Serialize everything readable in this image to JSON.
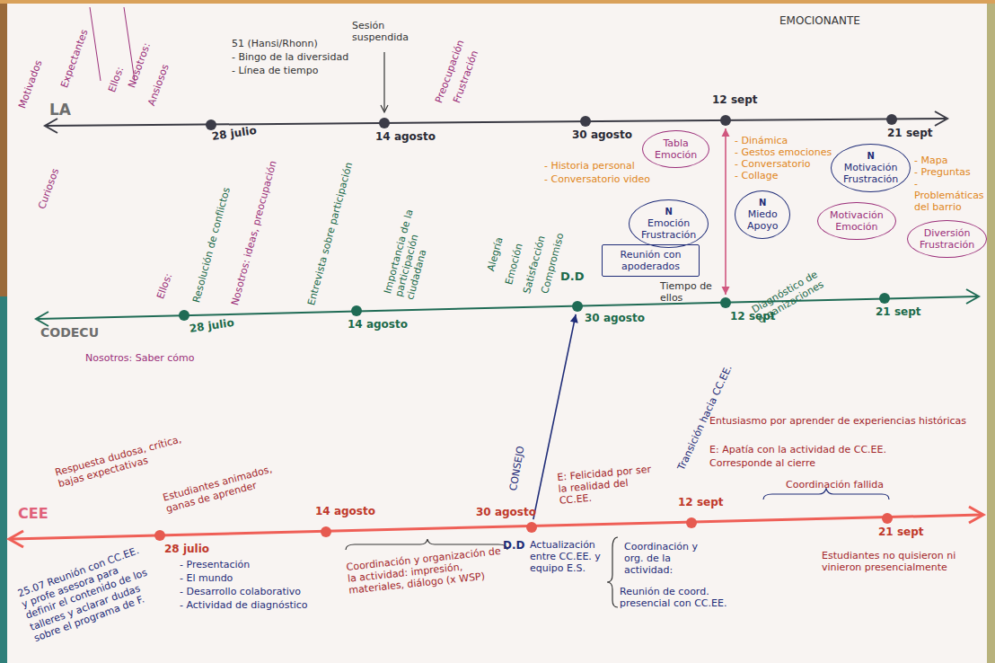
{
  "diagram": {
    "nodes": [
      {
        "text": [
          "28 julio"
        ]
      },
      {
        "text": [
          "14 agosto"
        ]
      },
      {
        "text": [
          "30 agosto"
        ]
      },
      {
        "text": [
          "12 sept"
        ]
      },
      {
        "text": [
          "21 sept"
        ]
      },
      {
        "text": [
          "28 julio"
        ]
      },
      {
        "text": [
          "14 agosto"
        ]
      },
      {
        "text": [
          "30 agosto"
        ]
      },
      {
        "text": [
          "12 sept"
        ]
      },
      {
        "text": [
          "21 sept"
        ]
      },
      {
        "text": [
          "28 julio"
        ]
      },
      {
        "text": [
          "14 agosto"
        ]
      },
      {
        "text": [
          "30 agosto"
        ]
      },
      {
        "text": [
          "12 sept"
        ]
      },
      {
        "text": [
          "21 sept"
        ]
      },
      {
        "text": [
          "Tabla",
          "Emoción"
        ]
      },
      {
        "text": [
          "N",
          "Emoción",
          "Frustración"
        ]
      },
      {
        "text": [
          "Motivación",
          "Emoción"
        ]
      },
      {
        "text": [
          "N",
          "Miedo",
          "Apoyo"
        ]
      },
      {
        "text": [
          "N",
          "Motivación",
          "Frustración"
        ]
      },
      {
        "text": [
          "Diversión",
          "Frustración"
        ]
      },
      {
        "text": [
          "Reunión con apoderados"
        ]
      }
    ],
    "edges": [
      {
        "from": 12,
        "to": 7,
        "arrow": "to"
      },
      {
        "from": 3,
        "to": 8,
        "arrow": "both"
      }
    ],
    "labels": [
      "LA",
      "51 (Hansi/Rhonn)",
      "- Bingo de la diversidad",
      "- Línea de tiempo",
      "Sesión suspendida",
      "EMOCIONANTE",
      "- Historia personal",
      "- Conversatorio video",
      "- Dinámica",
      "- Gestos emociones",
      "- Conversatorio",
      "- Collage",
      "- Mapa",
      "- Preguntas",
      "- Problemáticas del barrio",
      "Ellos:",
      "Curiosos",
      "Expectantes",
      "Nosotros:",
      "Ansiosos",
      "Motivados",
      "Preocupación",
      "Frustración",
      "CODECU",
      "Resolución de conflictos",
      "Ellos:",
      "Nosotros: Saber cómo",
      "Nosotros: ideas, preocupación",
      "Entrevista sobre participación",
      "Importancia de la participación ciudadana",
      "Alegría",
      "Emoción",
      "Satisfacción",
      "Compromiso",
      "D.D",
      "Tiempo de ellos",
      "Diagnóstico de organizaciones",
      "Transición hacia CC.EE.",
      "CEE",
      "Respuesta dudosa, crítica, bajas expectativas",
      "Estudiantes animados, ganas de aprender",
      "25.07 Reunión con CC.EE. y profe asesora para definir el contenido de los talleres y aclarar dudas sobre el programa de F.",
      "- Presentación",
      "- El mundo",
      "- Desarrollo colaborativo",
      "- Actividad de diagnóstico",
      "Coordinación y organización de la actividad: impresión, materiales, diálogo (x WSP)",
      "CONSEJO",
      "E: Felicidad por ser la realidad del CC.EE.",
      "D.D",
      "Actualización entre CC.EE. y equipo E.S.",
      "Coordinación y org. de la actividad:",
      "Reunión de coord. presencial con CC.EE.",
      "Entusiasmo por aprender de experiencias históricas",
      "E: Apatía con la actividad de CC.EE.",
      "Corresponde al cierre",
      "Coordinación fallida",
      "Estudiantes no quisieron ni vinieron presencialmente"
    ]
  }
}
